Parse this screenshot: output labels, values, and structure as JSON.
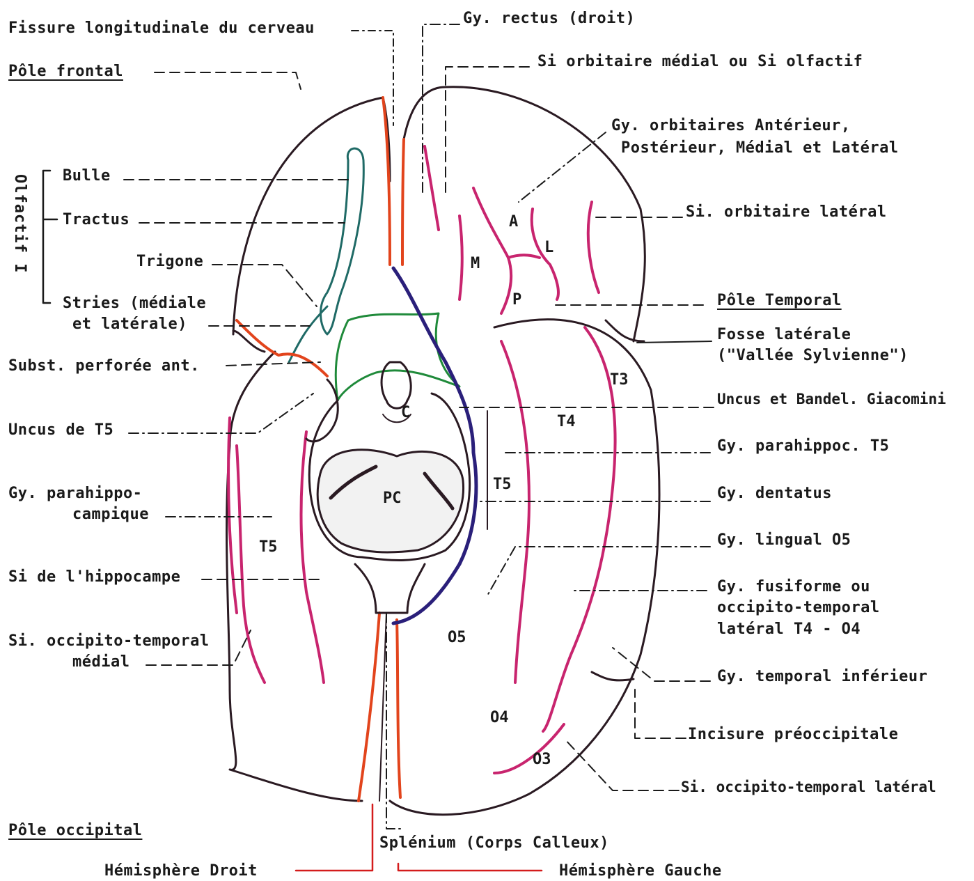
{
  "labels": {
    "fissure": "Fissure longitudinale du cerveau",
    "pole_frontal": "Pôle frontal",
    "olfactif": "Olfactif I",
    "bulle": "Bulle",
    "tractus": "Tractus",
    "trigone": "Trigone",
    "stries_1": "Stries (médiale",
    "stries_2": "et latérale)",
    "subst_perf": "Subst. perforée ant.",
    "uncus_t5": "Uncus de T5",
    "gy_parahippo_1": "Gy. parahippo-",
    "gy_parahippo_2": "campique",
    "si_hippocampe": "Si de l'hippocampe",
    "si_occ_med_1": "Si. occipito-temporal",
    "si_occ_med_2": "médial",
    "pole_occipital": "Pôle occipital",
    "hemisphere_droit": "Hémisphère Droit",
    "splenium": "Splénium (Corps Calleux)",
    "hemisphere_gauche": "Hémisphère Gauche",
    "gy_rectus": "Gy. rectus (droit)",
    "si_orb_medial": "Si orbitaire médial ou Si olfactif",
    "gy_orb_1": "Gy. orbitaires Antérieur,",
    "gy_orb_2": "Postérieur, Médial et Latéral",
    "si_orb_lateral": "Si. orbitaire latéral",
    "pole_temporal": "Pôle Temporal",
    "fosse_1": "Fosse latérale",
    "fosse_2": "(\"Vallée Sylvienne\")",
    "uncus_bandel": "Uncus et Bandel. Giacomini",
    "gy_parahippoc_t5": "Gy. parahippoc. T5",
    "gy_dentatus": "Gy. dentatus",
    "gy_lingual": "Gy. lingual O5",
    "gy_fusi_1": "Gy.  fusiforme ou",
    "gy_fusi_2": "occipito-temporal",
    "gy_fusi_3": "latéral T4 - O4",
    "gy_temp_inf": "Gy. temporal inférieur",
    "incisure": "Incisure préoccipitale",
    "si_occ_lat": "Si. occipito-temporal latéral"
  },
  "inner_marks": {
    "A": "A",
    "L": "L",
    "M": "M",
    "P": "P",
    "T3": "T3",
    "T4": "T4",
    "T5_right": "T5",
    "T5_left": "T5",
    "PC": "PC",
    "C": "C",
    "O5": "O5",
    "O4": "O4",
    "O3": "O3"
  },
  "colors": {
    "outline": "#2a1a22",
    "magenta": "#c8246e",
    "orange": "#e2441c",
    "green": "#1f8a3a",
    "teal": "#1f6a66",
    "purple": "#2a1f7a",
    "red_bracket": "#d41c1c"
  }
}
